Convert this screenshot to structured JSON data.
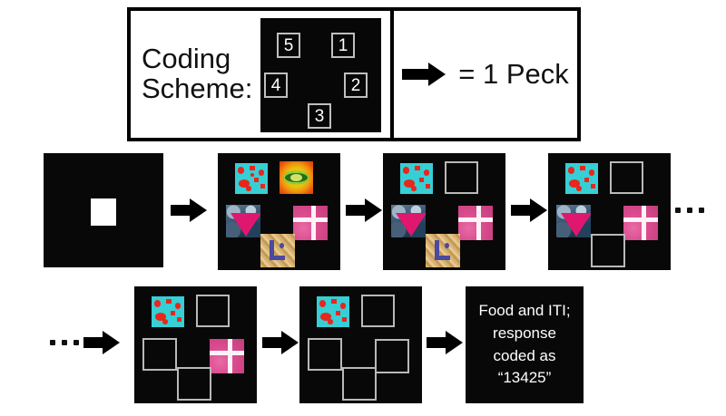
{
  "legend": {
    "label": "Coding\nScheme:",
    "equals_text": "= 1 Peck",
    "arrow_icon": "right-arrow-icon",
    "board_name": "coding-scheme-board",
    "positions": [
      {
        "code": "5",
        "corner": "top-left"
      },
      {
        "code": "1",
        "corner": "top-right"
      },
      {
        "code": "4",
        "corner": "middle-left"
      },
      {
        "code": "2",
        "corner": "middle-right"
      },
      {
        "code": "3",
        "corner": "bottom-center"
      }
    ]
  },
  "stimuli": {
    "pos1": {
      "name": "green-oval-stimulus",
      "desc": "green oval on orange-green gradient"
    },
    "pos2": {
      "name": "pink-cross-stimulus",
      "desc": "pink square with white cross"
    },
    "pos3": {
      "name": "gold-ell-stimulus",
      "desc": "tan texture with blue L shape"
    },
    "pos4": {
      "name": "blue-triangle-stimulus",
      "desc": "blue mottled with magenta triangle"
    },
    "pos5": {
      "name": "cyan-blob-stimulus",
      "desc": "cyan with red blobs"
    }
  },
  "sequence": {
    "row1": [
      {
        "name": "panel-start-key",
        "caption": "",
        "type": "start",
        "visible": [],
        "startkey": true
      },
      {
        "name": "panel-all-five",
        "caption": "",
        "type": "array",
        "visible": [
          "pos1",
          "pos2",
          "pos3",
          "pos4",
          "pos5"
        ]
      },
      {
        "name": "panel-after-peck-1",
        "caption": "",
        "type": "array",
        "visible": [
          "pos2",
          "pos3",
          "pos4",
          "pos5"
        ]
      },
      {
        "name": "panel-after-peck-2",
        "caption": "",
        "type": "array",
        "visible": [
          "pos2",
          "pos4",
          "pos5"
        ]
      }
    ],
    "row2": [
      {
        "name": "panel-after-peck-3",
        "caption": "",
        "type": "array",
        "visible": [
          "pos2",
          "pos5"
        ]
      },
      {
        "name": "panel-after-peck-4",
        "caption": "",
        "type": "array",
        "visible": [
          "pos5"
        ]
      },
      {
        "name": "panel-outcome",
        "caption": "Food and ITI; response coded as “13425”",
        "type": "text",
        "visible": []
      }
    ]
  },
  "ellipsis": {
    "row1_label": "...",
    "row2_label": "..."
  },
  "colors": {
    "panel_background": "#080808",
    "page_background": "#ffffff",
    "outline": "#b9b9b9",
    "arrow": "#000000",
    "start_key": "#ffffff",
    "cyan": "#36cfd6",
    "red": "#e8271c",
    "pink": "#d94b8d",
    "magenta": "#e0176e",
    "gold": "#c39a57",
    "blue_l": "#4b4a9e",
    "green": "#7ec12a"
  }
}
